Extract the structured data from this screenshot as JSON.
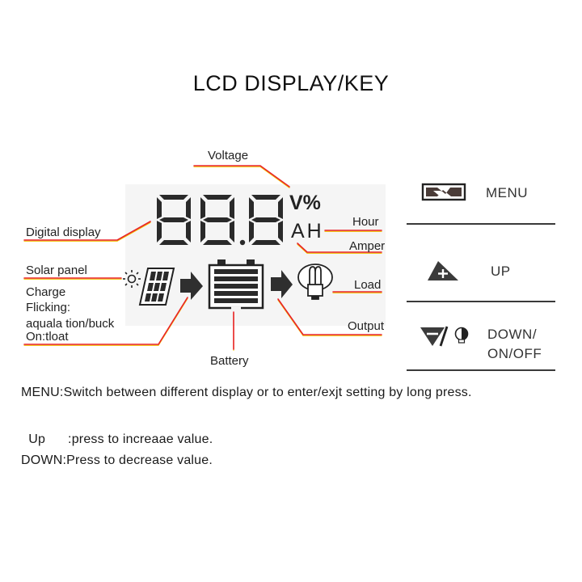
{
  "title": "LCD DISPLAY/KEY",
  "colors": {
    "leader_line": "#e8222a",
    "leader_shadow": "#f2c200",
    "lcd_segment": "#2a2a2a",
    "lcd_background": "#f5f5f5"
  },
  "lcd": {
    "digits": "88.8",
    "unit_top": "V%",
    "unit_bottom": "AH",
    "icons": [
      "sun-icon",
      "solar-panel-icon",
      "arrow-right-icon",
      "battery-icon",
      "arrow-right-icon",
      "bulb-icon"
    ]
  },
  "callouts": {
    "voltage": "Voltage",
    "digital_display": "Digital display",
    "hour": "Hour",
    "amper": "Amper",
    "solar_panel": "Solar panel",
    "charge_lines": [
      "Charge",
      "Flicking:",
      "aquala tion/buck",
      "On:tloat"
    ],
    "load": "Load",
    "output": "Output",
    "battery": "Battery"
  },
  "keys": [
    {
      "icon": "menu-key-icon",
      "label": "MENU"
    },
    {
      "icon": "up-plus-triangle-icon",
      "label": "UP"
    },
    {
      "icon": "down-minus-onoff-icon",
      "label_lines": [
        "DOWN/",
        "ON/OFF"
      ]
    }
  ],
  "descriptions": [
    {
      "key": "MENU",
      "sep": ":",
      "text": "Switch between different display or to enter/exjt setting by long press."
    },
    {
      "key": "Up",
      "sep": "      :",
      "text": "press to increaae value."
    },
    {
      "key": "DOWN",
      "sep": ":",
      "text": "Press to decrease value."
    }
  ]
}
